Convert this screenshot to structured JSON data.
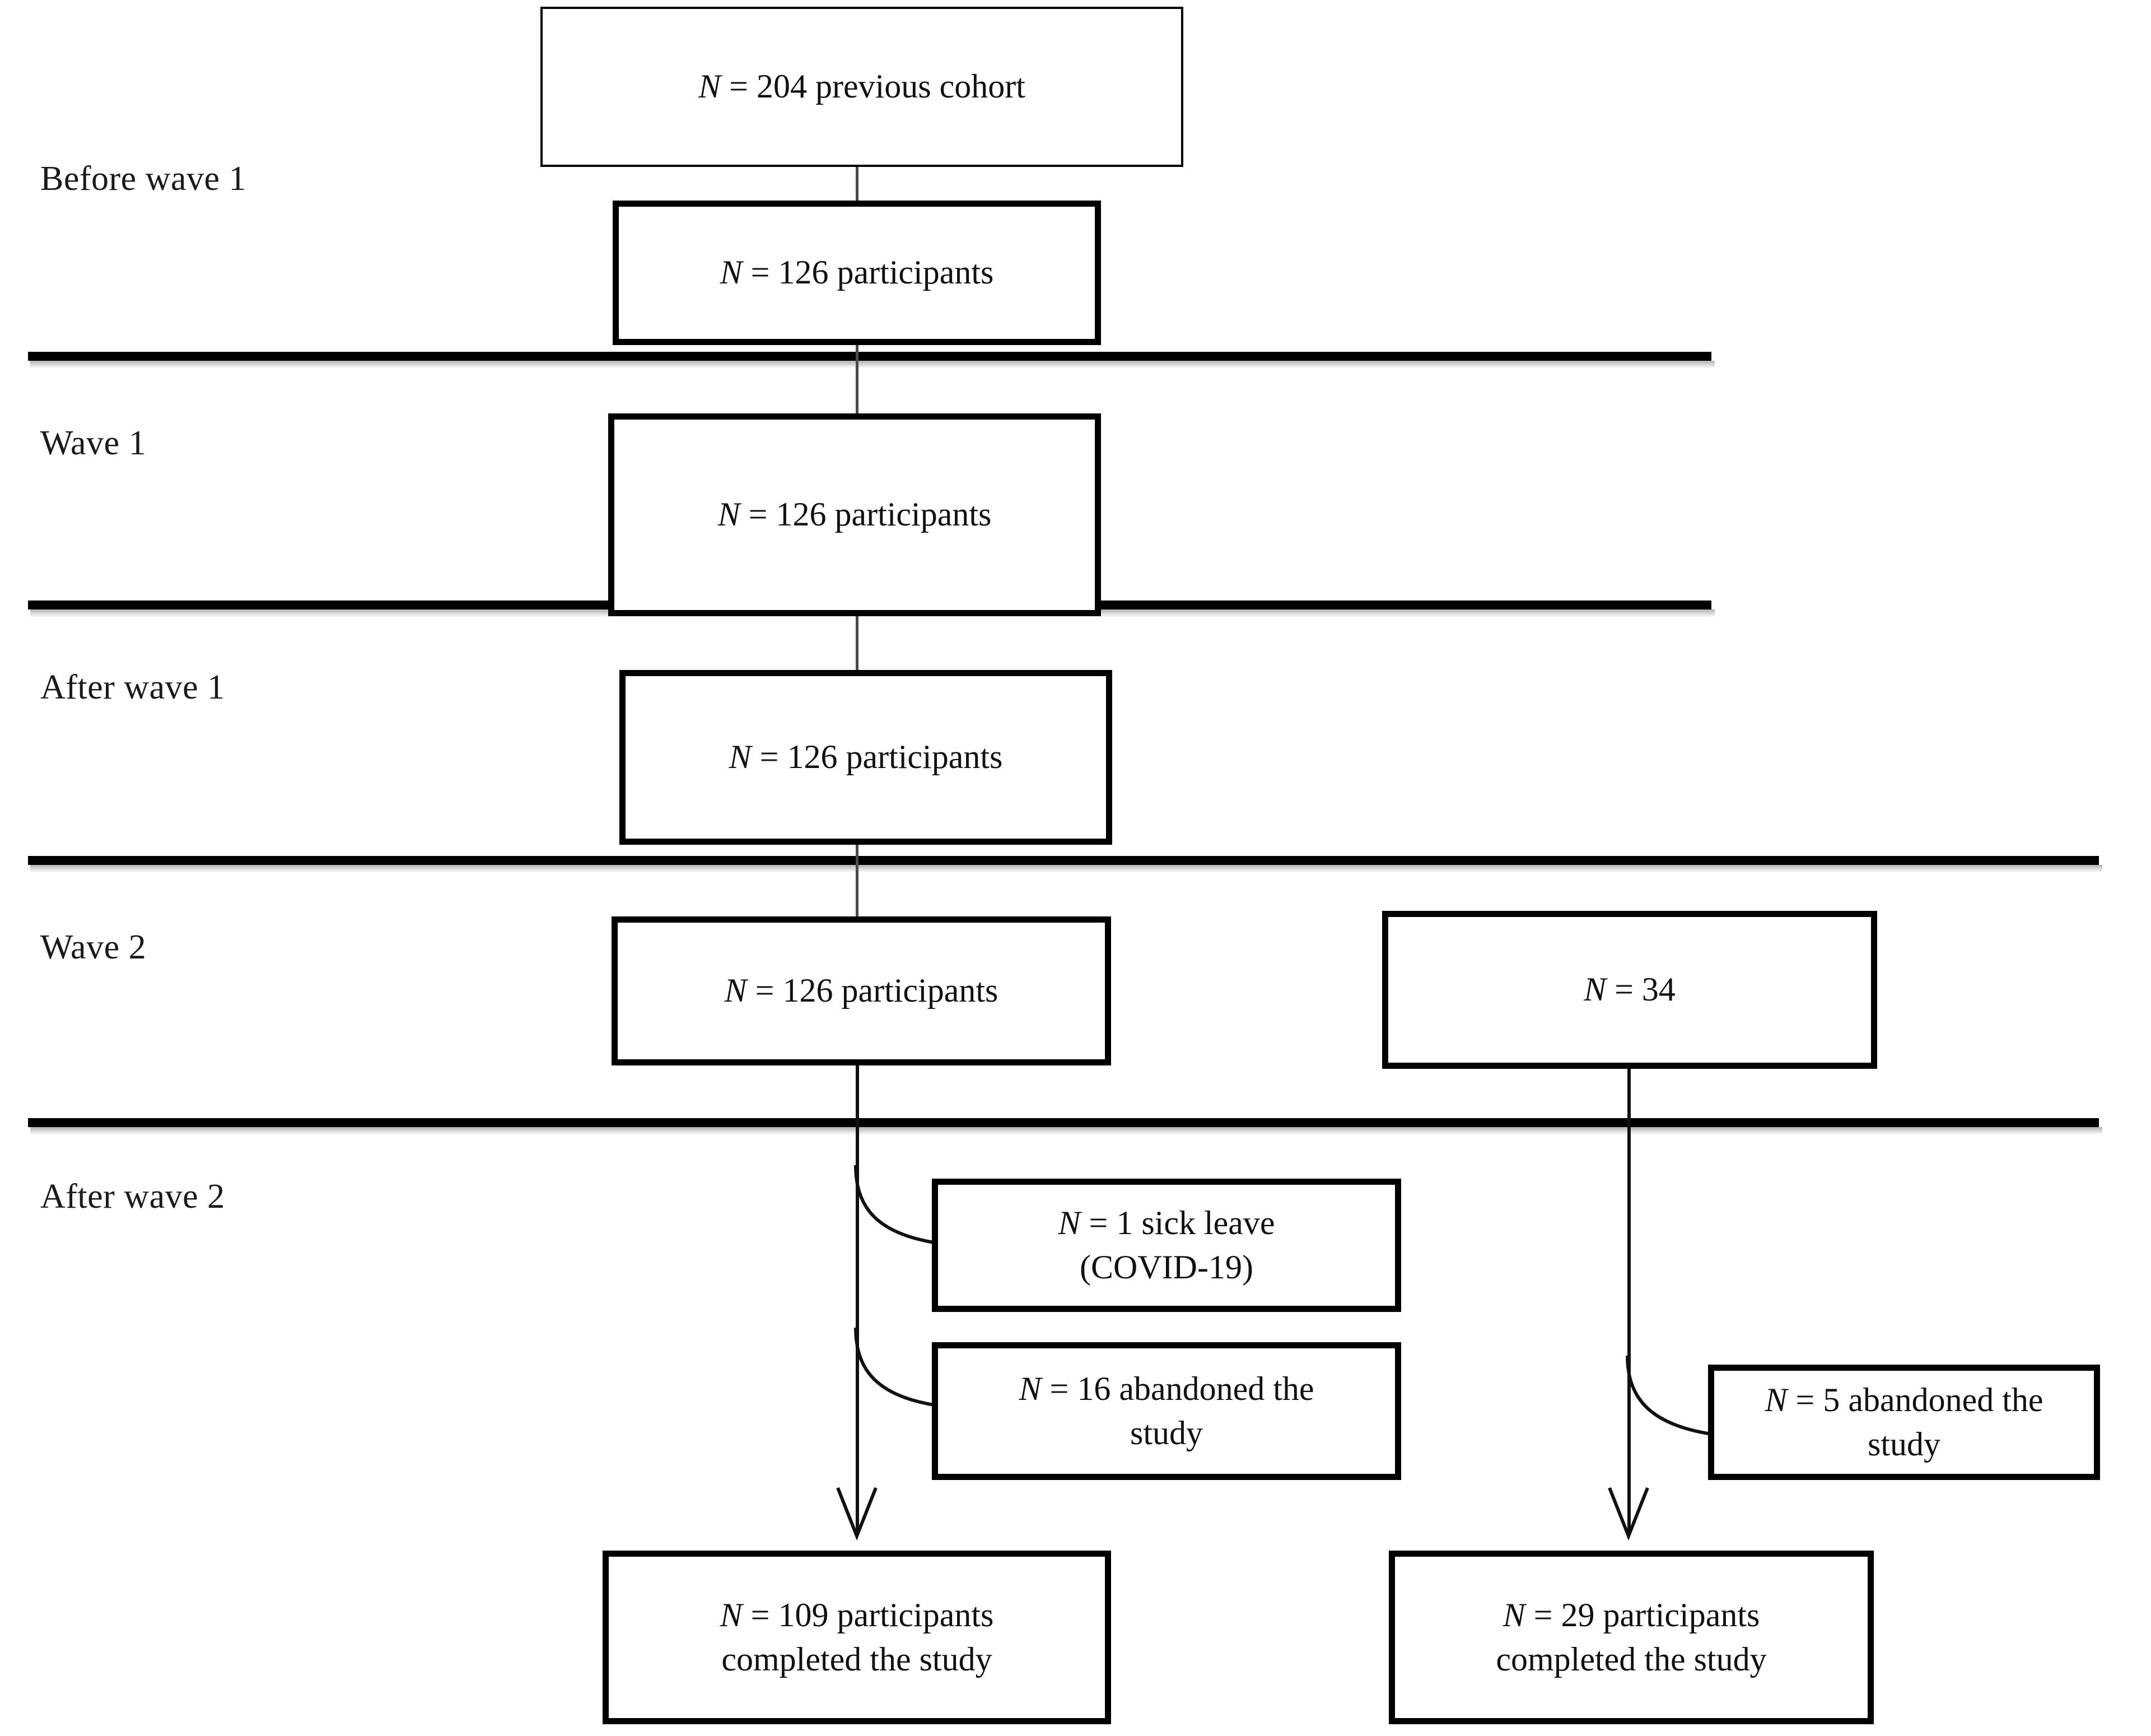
{
  "figure": {
    "type": "participant-flow-diagram",
    "stage_labels": [
      {
        "id": "before-wave-1",
        "text": "Before wave 1"
      },
      {
        "id": "wave-1",
        "text": "Wave 1"
      },
      {
        "id": "after-wave-1",
        "text": "After wave 1"
      },
      {
        "id": "wave-2",
        "text": "Wave 2"
      },
      {
        "id": "after-wave-2",
        "text": "After wave 2"
      }
    ],
    "boxes": {
      "previous_cohort": {
        "n": 204,
        "text": "N = 204 previous cohort",
        "n_italic": "N",
        "rest": " = 204 previous cohort"
      },
      "before_wave1_participants": {
        "n": 126,
        "text": "N = 126 participants"
      },
      "wave1_participants": {
        "n": 126,
        "text": "N = 126 participants"
      },
      "after_wave1_participants": {
        "n": 126,
        "text": "N = 126 participants"
      },
      "wave2_participants": {
        "n": 126,
        "text": "N = 126 participants"
      },
      "wave2_second_group": {
        "n": 34,
        "text": "N = 34"
      },
      "sick_leave": {
        "n": 1,
        "line1": "N = 1 sick leave",
        "line2": "(COVID-19)"
      },
      "abandoned_left": {
        "n": 16,
        "line1": "N = 16 abandoned the",
        "line2": "study"
      },
      "abandoned_right": {
        "n": 5,
        "line1": "N = 5 abandoned the",
        "line2": "study"
      },
      "completed_left": {
        "n": 109,
        "line1": "N = 109 participants",
        "line2": "completed the study"
      },
      "completed_right": {
        "n": 29,
        "line1": "N = 29 participants",
        "line2": "completed the study"
      }
    },
    "colors": {
      "ink": "#000000",
      "line": "#4a4a4a",
      "background": "#ffffff"
    }
  }
}
